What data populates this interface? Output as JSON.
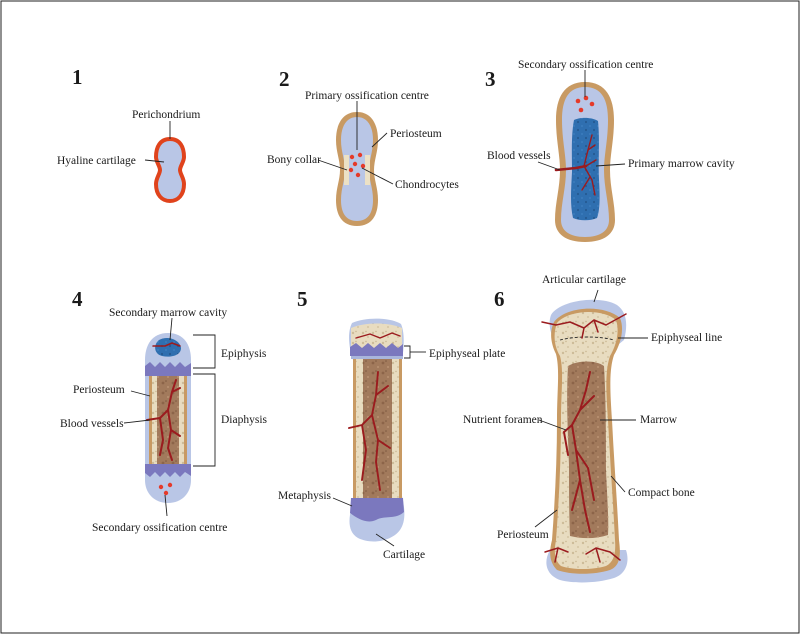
{
  "stages": [
    {
      "number": "1",
      "labels": {
        "perichondrium": "Perichondrium",
        "hyaline_cartilage": "Hyaline cartilage"
      }
    },
    {
      "number": "2",
      "labels": {
        "primary_ossification_centre": "Primary ossification centre",
        "periosteum": "Periosteum",
        "bony_collar": "Bony collar",
        "chondrocytes": "Chondrocytes"
      }
    },
    {
      "number": "3",
      "labels": {
        "secondary_ossification_centre": "Secondary ossification centre",
        "blood_vessels": "Blood vessels",
        "primary_marrow_cavity": "Primary marrow cavity"
      }
    },
    {
      "number": "4",
      "labels": {
        "secondary_marrow_cavity": "Secondary marrow cavity",
        "epiphysis": "Epiphysis",
        "periosteum": "Periosteum",
        "diaphysis": "Diaphysis",
        "blood_vessels": "Blood vessels",
        "secondary_ossification_centre": "Secondary ossification centre"
      }
    },
    {
      "number": "5",
      "labels": {
        "epiphyseal_plate": "Epiphyseal plate",
        "metaphysis": "Metaphysis",
        "cartilage": "Cartilage"
      }
    },
    {
      "number": "6",
      "labels": {
        "articular_cartilage": "Articular cartilage",
        "epiphyseal_line": "Epiphyseal line",
        "nutrient_foramen": "Nutrient foramen",
        "marrow": "Marrow",
        "compact_bone": "Compact bone",
        "periosteum": "Periosteum"
      }
    }
  ],
  "colors": {
    "cartilage": "#b9c6e6",
    "perichondrium": "#e0431c",
    "periosteum": "#c89a63",
    "bone": "#e8dcc0",
    "marrow": "#a27a5c",
    "primary_marrow": "#2f6fb0",
    "growth_plate": "#7b78be",
    "vessel": "#9b1b1e",
    "cell_red": "#e53a2a"
  }
}
